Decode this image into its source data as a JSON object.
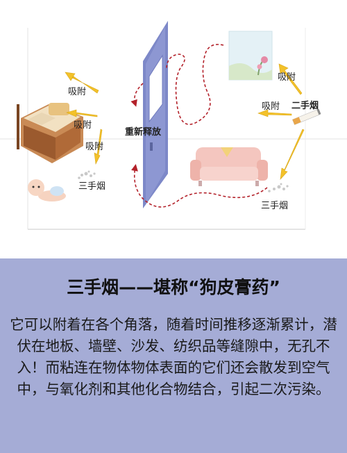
{
  "diagram": {
    "labels": {
      "adsorb_1": "吸附",
      "adsorb_2": "吸附",
      "adsorb_3": "吸附",
      "adsorb_4": "吸附",
      "adsorb_5": "吸附",
      "rerelease": "重新释放",
      "secondhand_smoke": "二手烟",
      "thirdhand_smoke_left": "三手烟",
      "thirdhand_smoke_right": "三手烟"
    },
    "colors": {
      "arrow_yellow": "#f3c12a",
      "arrow_red": "#b3212a",
      "door_blue": "#7d88c8",
      "sofa_pink": "#f4c6bf",
      "bed_brown": "#9b5a2e"
    }
  },
  "panel": {
    "title": "三手烟——堪称“狗皮膏药”",
    "body": "它可以附着在各个角落，随着时间推移逐渐累计，潜伏在地板、墙壁、沙发、纺织品等缝隙中，无孔不入！而粘连在物体物体表面的它们还会散发到空气中，与氧化剂和其他化合物结合，引起二次污染。",
    "background": "#a5acd6"
  }
}
